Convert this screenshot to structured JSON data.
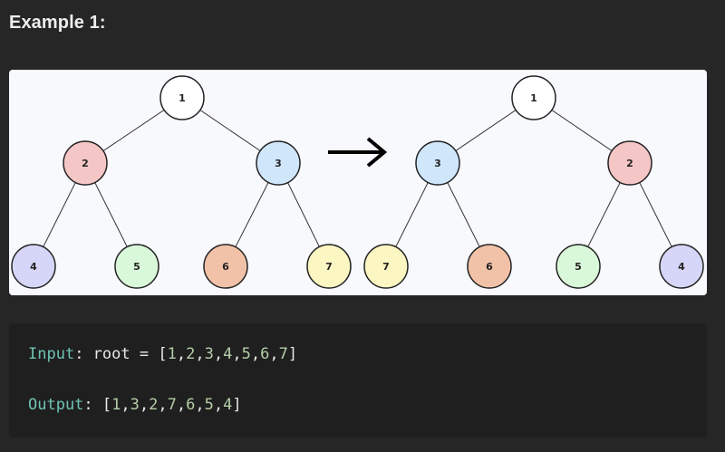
{
  "example": {
    "title": "Example 1:"
  },
  "diagram": {
    "arrow": "→",
    "input_tree": [
      {
        "value": "1",
        "color": "#ffffff"
      },
      {
        "value": "2",
        "color": "#f5c6c6"
      },
      {
        "value": "3",
        "color": "#cfe6fb"
      },
      {
        "value": "4",
        "color": "#d6d7f8"
      },
      {
        "value": "5",
        "color": "#d9f7d9"
      },
      {
        "value": "6",
        "color": "#f2c2a8"
      },
      {
        "value": "7",
        "color": "#fbf6c2"
      }
    ],
    "output_tree": [
      {
        "value": "1",
        "color": "#ffffff"
      },
      {
        "value": "3",
        "color": "#cfe6fb"
      },
      {
        "value": "2",
        "color": "#f5c6c6"
      },
      {
        "value": "7",
        "color": "#fbf6c2"
      },
      {
        "value": "6",
        "color": "#f2c2a8"
      },
      {
        "value": "5",
        "color": "#d9f7d9"
      },
      {
        "value": "4",
        "color": "#d6d7f8"
      }
    ]
  },
  "code": {
    "input_label": "Input",
    "input_prefix": ": root = ",
    "input_values": [
      "1",
      "2",
      "3",
      "4",
      "5",
      "6",
      "7"
    ],
    "output_label": "Output",
    "output_prefix": ": ",
    "output_values": [
      "1",
      "3",
      "2",
      "7",
      "6",
      "5",
      "4"
    ]
  }
}
